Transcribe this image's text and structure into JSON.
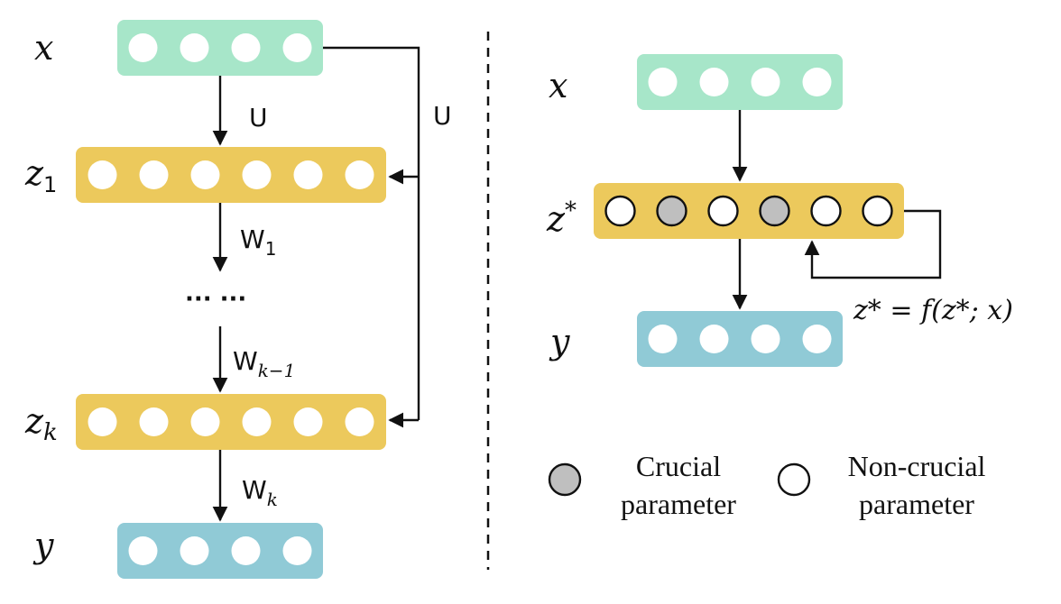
{
  "colors": {
    "input": "#A7E6C9",
    "hidden": "#ECC95C",
    "output": "#90CAD6",
    "crucial_node": "#BFBFBF",
    "non_crucial_node": "#FFFFFF",
    "arrow": "#111111"
  },
  "left": {
    "x_label": "x",
    "z1_label": "z",
    "z1_sub": "1",
    "zk_label": "z",
    "zk_sub": "k",
    "y_label": "y",
    "u_label": "U",
    "u_skip_label": "U",
    "w1_label": "W",
    "w1_sub": "1",
    "ellipsis": "··· ···",
    "wk1_label": "W",
    "wk1_sub": "k−1",
    "wk_label": "W",
    "wk_sub": "k",
    "input_nodes": 4,
    "hidden_nodes": 6,
    "output_nodes": 4
  },
  "right": {
    "x_label": "x",
    "z_label": "z",
    "z_sup": "*",
    "y_label": "y",
    "equation": "z* = f(z*; x)",
    "hidden_node_types": [
      "non-crucial",
      "crucial",
      "non-crucial",
      "crucial",
      "non-crucial",
      "non-crucial"
    ]
  },
  "legend": {
    "crucial_line1": "Crucial",
    "crucial_line2": "parameter",
    "noncrucial_line1": "Non-crucial",
    "noncrucial_line2": "parameter"
  }
}
